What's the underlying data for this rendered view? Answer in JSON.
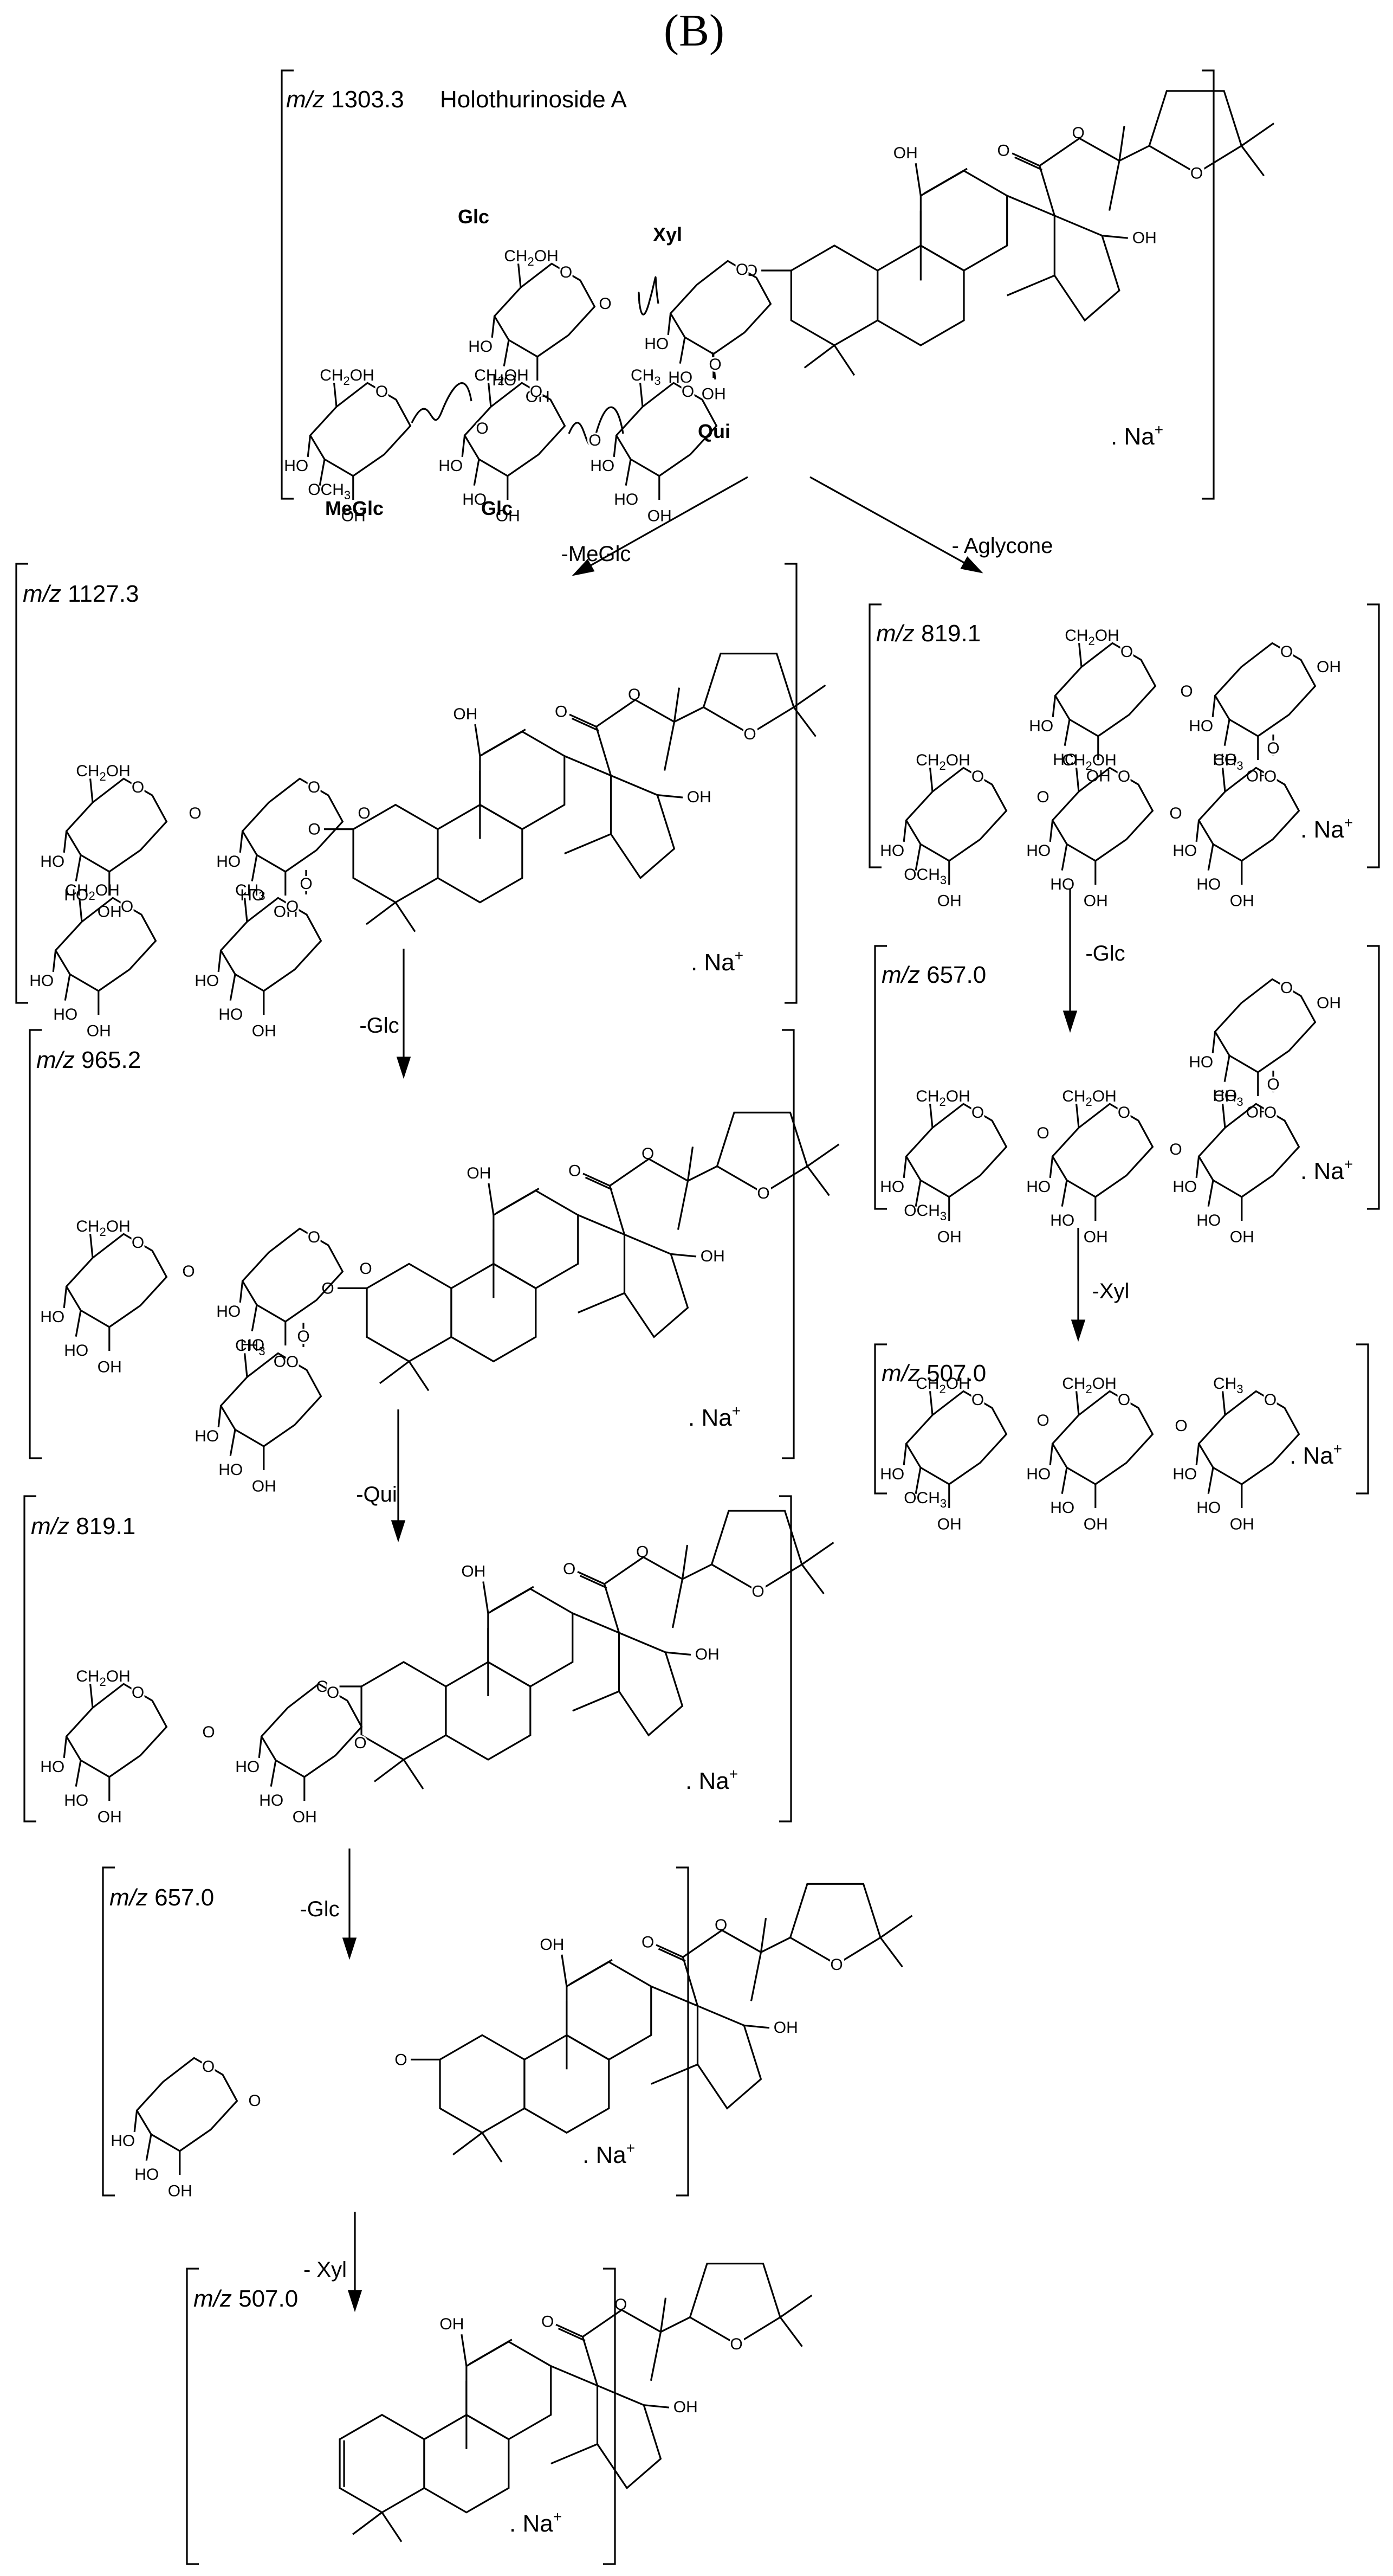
{
  "panel_label": "(B)",
  "root": {
    "mz": "1303.3",
    "name": "Holothurinoside A",
    "sugars": [
      "Glc",
      "Xyl",
      "Qui",
      "MeGlc",
      "Glc"
    ]
  },
  "left_branch": [
    {
      "loss": "-MeGlc",
      "mz": "1127.3"
    },
    {
      "loss": "-Glc",
      "mz": "965.2"
    },
    {
      "loss": "-Qui",
      "mz": "819.1"
    },
    {
      "loss": "-Glc",
      "mz": "657.0"
    },
    {
      "loss": "- Xyl",
      "mz": "507.0"
    }
  ],
  "right_branch": [
    {
      "loss": "- Aglycone",
      "mz": "819.1"
    },
    {
      "loss": "-Glc",
      "mz": "657.0"
    },
    {
      "loss": "-Xyl",
      "mz": "507.0"
    }
  ],
  "atoms": {
    "oh": "OH",
    "o": "O",
    "ho": "HO",
    "ch2oh": "CH",
    "ch2oh_sub": "2",
    "ch2oh_tail": "OH",
    "ch3": "CH",
    "ch3_sub": "3",
    "och3": "OCH",
    "och3_sub": "3"
  },
  "adduct": {
    "dot": ". Na",
    "charge": "+"
  },
  "mz_prefix": "m/z"
}
